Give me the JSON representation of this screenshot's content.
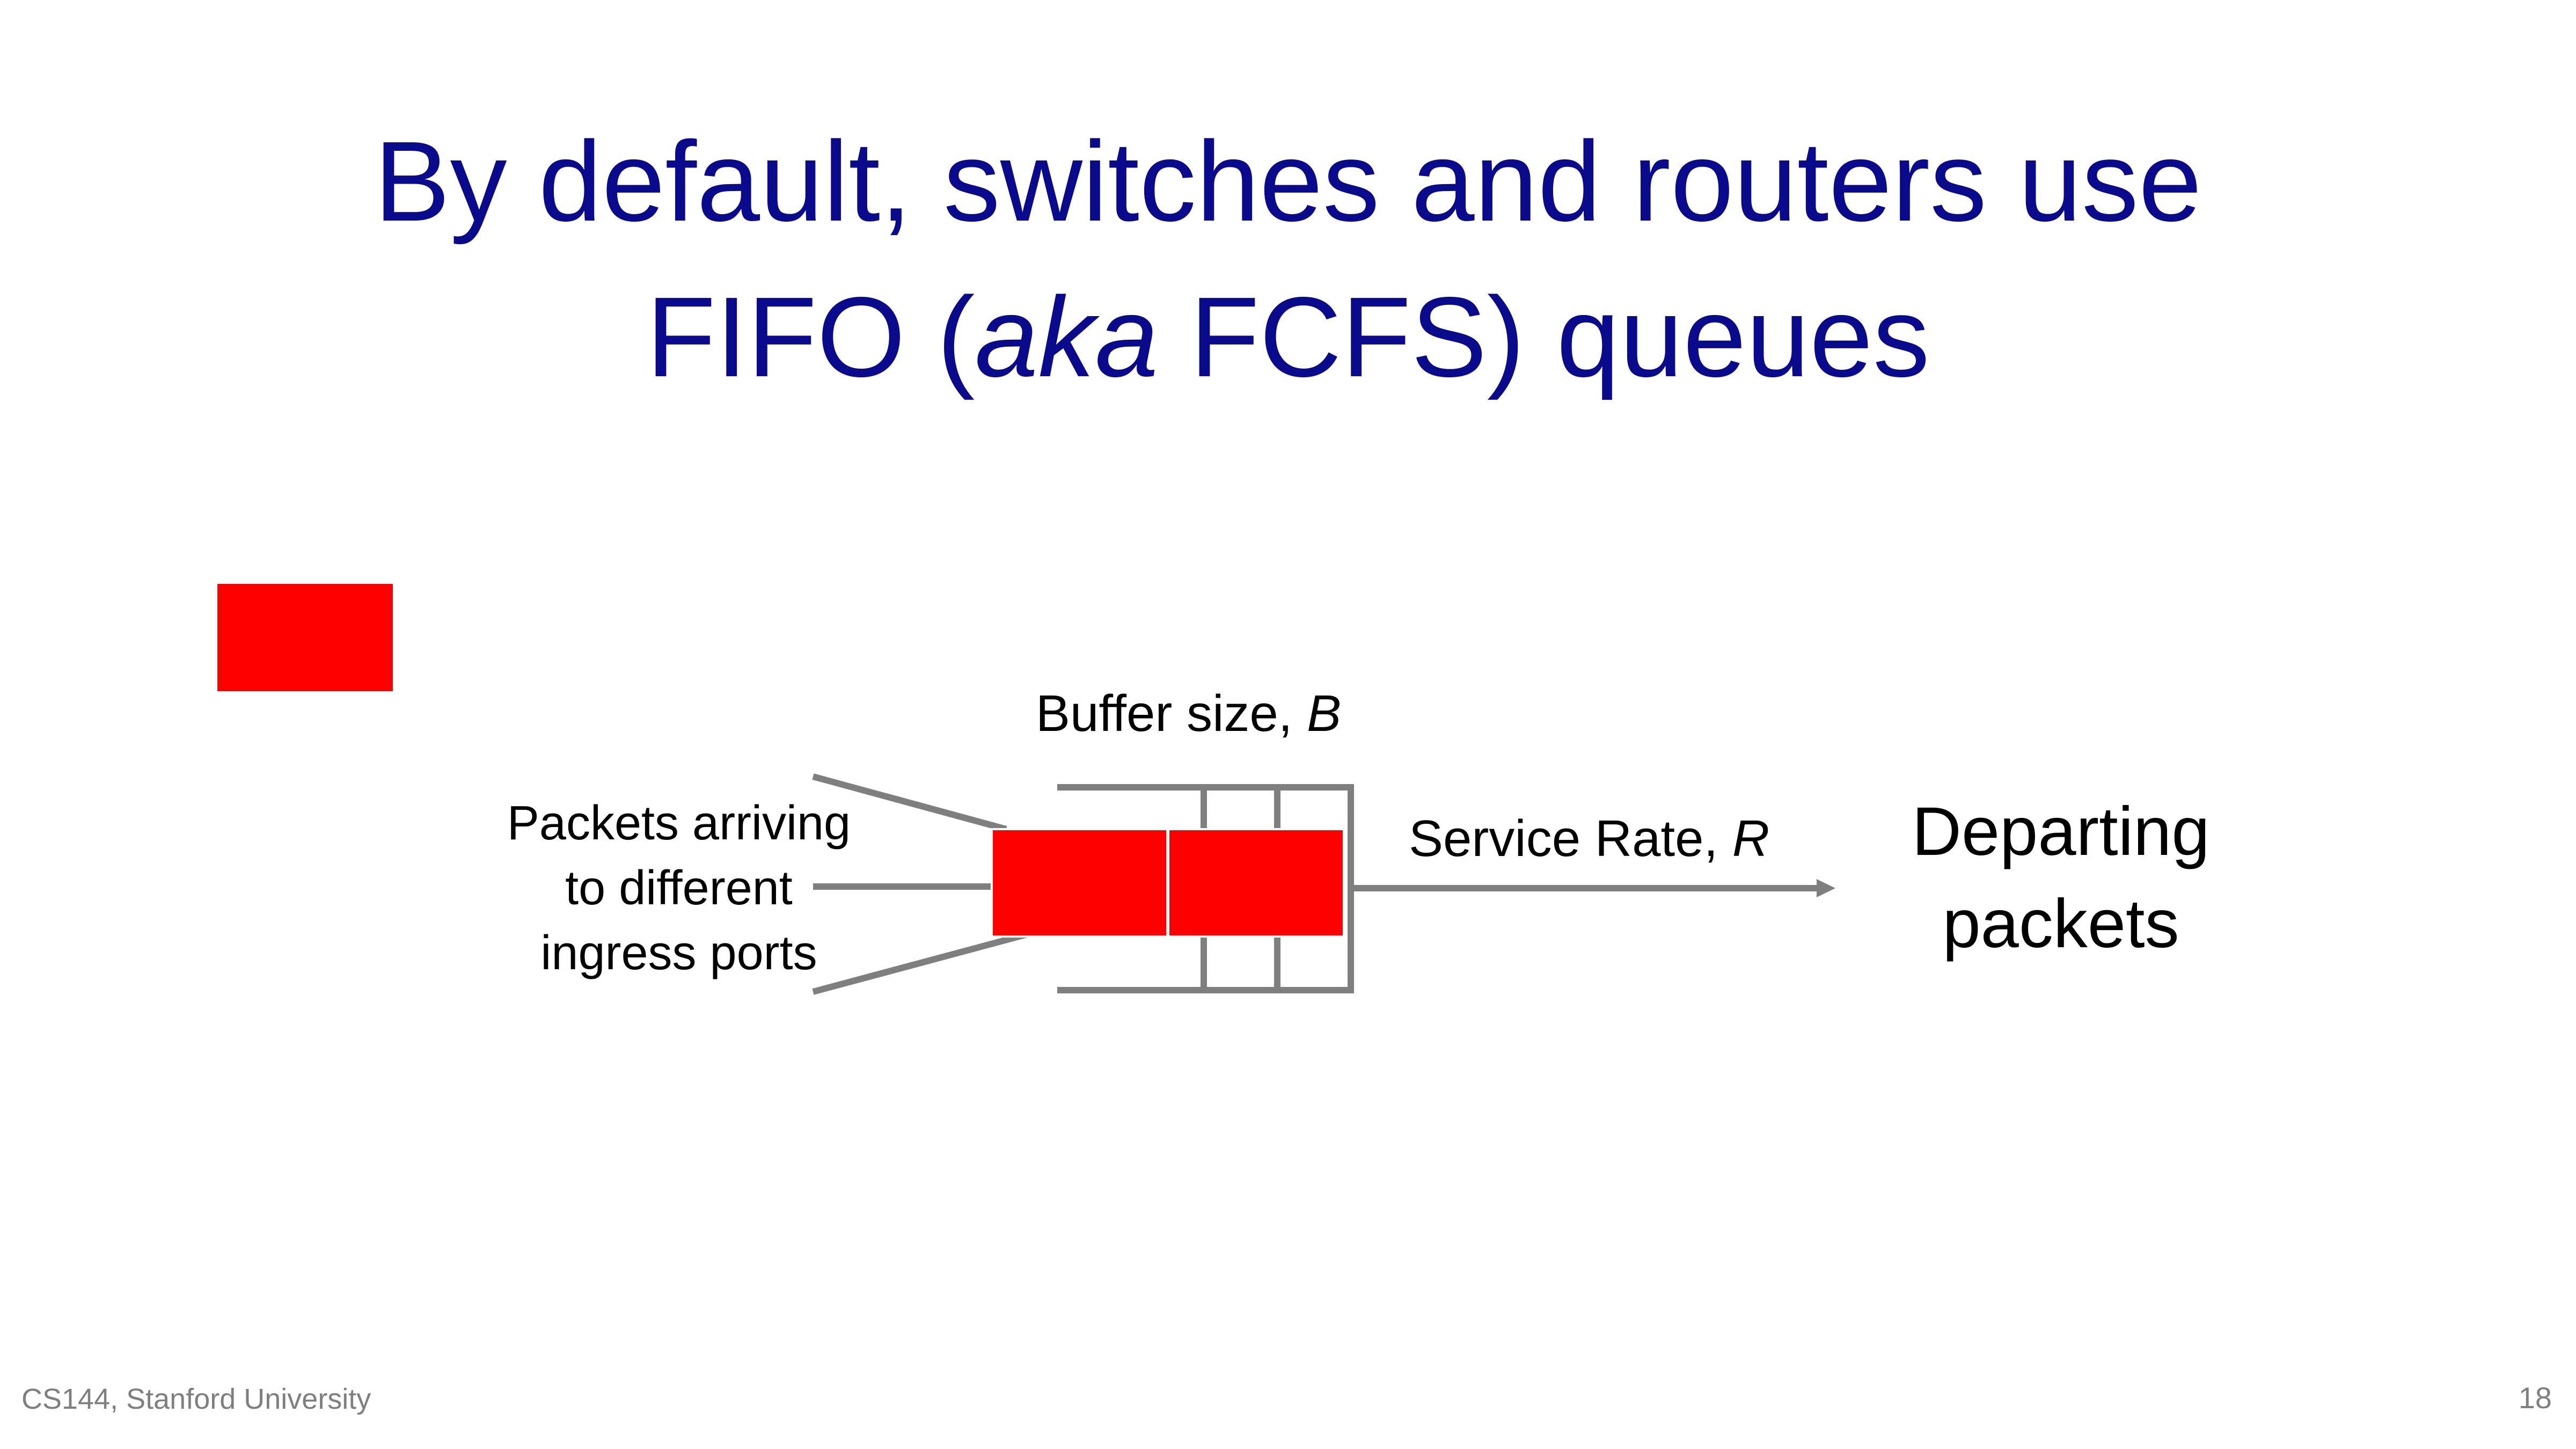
{
  "slide": {
    "title": {
      "line1": "By default, switches and routers use",
      "line2_prefix": "FIFO (",
      "line2_italic": "aka",
      "line2_suffix": " FCFS) queues"
    },
    "diagram": {
      "buffer_label_text": "Buffer size, ",
      "buffer_label_var": "B",
      "service_label_text": "Service Rate, ",
      "service_label_var": "R",
      "arriving_label": [
        "Packets arriving",
        "to different",
        "ingress ports"
      ],
      "departing_label": [
        "Departing",
        "packets"
      ],
      "queued_packet_count": 2
    },
    "footer": {
      "course": "CS144, Stanford University",
      "page_number": "18"
    },
    "colors": {
      "title": "#0a0a8c",
      "packet": "#ff0000",
      "line": "#7f7f7f",
      "footer": "#7f7f7f"
    }
  }
}
